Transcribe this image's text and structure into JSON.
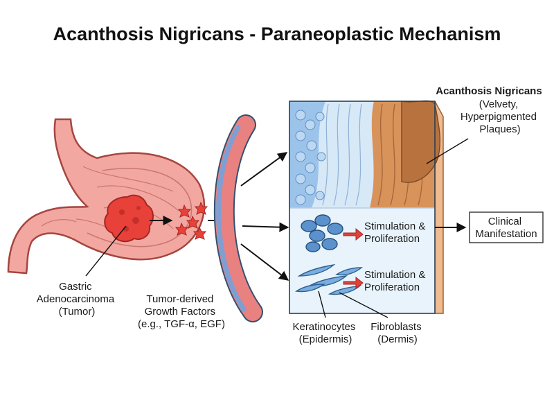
{
  "title": "Acanthosis Nigricans - Paraneoplastic Mechanism",
  "labels": {
    "tumor": [
      "Gastric",
      "Adenocarcinoma",
      "(Tumor)"
    ],
    "growth_factors": [
      "Tumor-derived",
      "Growth Factors",
      "(e.g., TGF-α, EGF)"
    ],
    "acanthosis_title": "Acanthosis Nigricans",
    "acanthosis_desc": [
      "(Velvety,",
      "Hyperpigmented",
      "Plaques)"
    ],
    "stimulation_1": [
      "Stimulation &",
      "Proliferation"
    ],
    "stimulation_2": [
      "Stimulation &",
      "Proliferation"
    ],
    "keratinocytes": [
      "Keratinocytes",
      "(Epidermis)"
    ],
    "fibroblasts": [
      "Fibroblasts",
      "(Dermis)"
    ],
    "clinical": [
      "Clinical",
      "Manifestation"
    ]
  },
  "colors": {
    "stomach": "#f2a7a0",
    "tumor": "#e8413a",
    "vessel_red": "#e98181",
    "vessel_blue": "#7e9fd3",
    "epidermis": "#9cc3ea",
    "plaque": "#d8935a",
    "dermis": "#e8f3fb",
    "arrow_red": "#e0413a",
    "cell_blue": "#5b91cc"
  },
  "icons": [
    "stomach-icon",
    "tumor-icon",
    "growth-factor-icon",
    "blood-vessel-icon",
    "keratinocyte-cluster-icon",
    "fibroblast-icon",
    "skin-cross-section-icon"
  ]
}
